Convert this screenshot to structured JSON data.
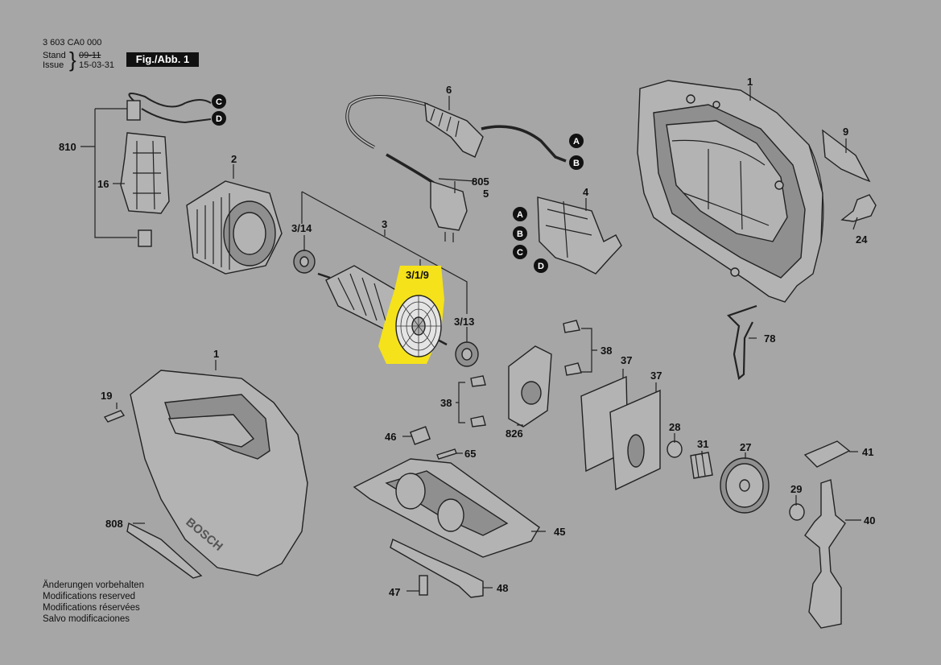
{
  "header": {
    "doc_number": "3 603 CA0 000",
    "stand_label": "Stand",
    "issue_label": "Issue",
    "stand_value": "09-11",
    "issue_value": "15-03-31",
    "figure_label": "Fig./Abb. 1"
  },
  "footer": {
    "lines": [
      "Änderungen vorbehalten",
      "Modifications reserved",
      "Modifications réservées",
      "Salvo modificaciones"
    ]
  },
  "highlight_color": "#f5e21a",
  "callouts": {
    "p1_top": "1",
    "p9": "9",
    "p6": "6",
    "p805": "805",
    "p5": "5",
    "p4": "4",
    "p810": "810",
    "p16": "16",
    "p2": "2",
    "p3": "3",
    "p3_14": "3/14",
    "p3_1_9": "3/1/9",
    "p3_13": "3/13",
    "p24": "24",
    "p78": "78",
    "p38a": "38",
    "p37a": "37",
    "p37b": "37",
    "p38b": "38",
    "p826": "826",
    "p1_bottom": "1",
    "p19": "19",
    "p808": "808",
    "p46": "46",
    "p65": "65",
    "p45": "45",
    "p47": "47",
    "p48": "48",
    "p28": "28",
    "p31": "31",
    "p27": "27",
    "p29": "29",
    "p41": "41",
    "p40": "40"
  },
  "connectors": {
    "a1": "A",
    "b1": "B",
    "c1": "C",
    "d1": "D",
    "a2": "A",
    "b2": "B",
    "c2": "C",
    "d2": "D"
  }
}
